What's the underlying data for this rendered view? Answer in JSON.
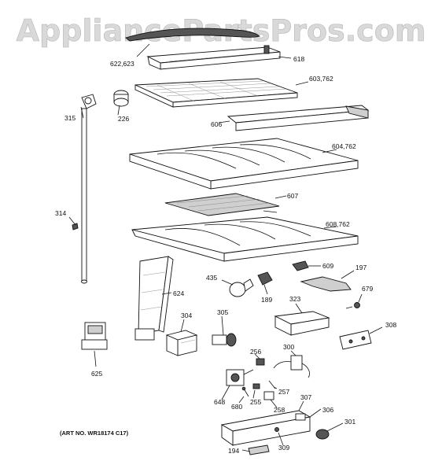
{
  "watermark": "AppliancePartsPros.com",
  "art_number": "(ART NO. WR18174 C17)",
  "parts": [
    {
      "id": "label-622-623",
      "label": "622,623"
    },
    {
      "id": "label-618",
      "label": "618"
    },
    {
      "id": "label-603-762",
      "label": "603,762"
    },
    {
      "id": "label-315",
      "label": "315"
    },
    {
      "id": "label-226",
      "label": "226"
    },
    {
      "id": "label-606",
      "label": "606"
    },
    {
      "id": "label-604-762",
      "label": "604,762"
    },
    {
      "id": "label-607",
      "label": "607"
    },
    {
      "id": "label-314",
      "label": "314"
    },
    {
      "id": "label-608-762",
      "label": "608,762"
    },
    {
      "id": "label-609",
      "label": "609"
    },
    {
      "id": "label-197",
      "label": "197"
    },
    {
      "id": "label-435",
      "label": "435"
    },
    {
      "id": "label-624",
      "label": "624"
    },
    {
      "id": "label-189",
      "label": "189"
    },
    {
      "id": "label-679",
      "label": "679"
    },
    {
      "id": "label-323",
      "label": "323"
    },
    {
      "id": "label-304",
      "label": "304"
    },
    {
      "id": "label-305",
      "label": "305"
    },
    {
      "id": "label-308",
      "label": "308"
    },
    {
      "id": "label-625",
      "label": "625"
    },
    {
      "id": "label-256",
      "label": "256"
    },
    {
      "id": "label-300",
      "label": "300"
    },
    {
      "id": "label-257",
      "label": "257"
    },
    {
      "id": "label-648",
      "label": "648"
    },
    {
      "id": "label-255",
      "label": "255"
    },
    {
      "id": "label-680",
      "label": "680"
    },
    {
      "id": "label-307",
      "label": "307"
    },
    {
      "id": "label-306",
      "label": "306"
    },
    {
      "id": "label-258",
      "label": "258"
    },
    {
      "id": "label-301",
      "label": "301"
    },
    {
      "id": "label-309",
      "label": "309"
    },
    {
      "id": "label-194",
      "label": "194"
    }
  ]
}
